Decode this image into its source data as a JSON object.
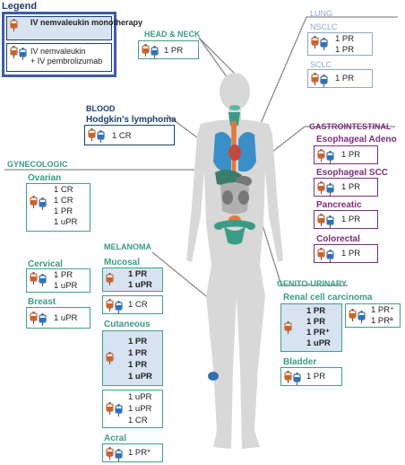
{
  "legend": {
    "title": "Legend",
    "mono": "IV nemvaleukin monotherapy",
    "combo_line1": "IV nemvaleukin",
    "combo_line2": "+ IV pembrolizumab"
  },
  "categories": {
    "head_neck": "HEAD & NECK",
    "lung": "LUNG",
    "blood": "BLOOD",
    "gastro": "GASTROINTESTINAL",
    "gyn": "GYNECOLOGIC",
    "melanoma": "MELANOMA",
    "gu": "GENITO-URINARY"
  },
  "tumors": {
    "nsclc": "NSCLC",
    "sclc": "SCLC",
    "hodgkin": "Hodgkin's lymphoma",
    "esoph_adeno": "Esophageal Adeno",
    "esoph_scc": "Esophageal SCC",
    "pancreatic": "Pancreatic",
    "colorectal": "Colorectal",
    "ovarian": "Ovarian",
    "cervical": "Cervical",
    "breast": "Breast",
    "mucosal": "Mucosal",
    "cutaneous": "Cutaneous",
    "acral": "Acral",
    "rcc": "Renal cell carcinoma",
    "bladder": "Bladder"
  },
  "responses": {
    "head_neck": [
      "1 PR"
    ],
    "nsclc": [
      "1 PR",
      "1 PR"
    ],
    "sclc": [
      "1 PR"
    ],
    "hodgkin": [
      "1 CR"
    ],
    "esoph_adeno": [
      "1 PR"
    ],
    "esoph_scc": [
      "1 PR"
    ],
    "pancreatic": [
      "1 PR"
    ],
    "colorectal": [
      "1 PR"
    ],
    "ovarian": [
      "1 CR",
      "1 CR",
      "1 PR",
      "1 uPR"
    ],
    "cervical": [
      "1 PR",
      "1 uPR"
    ],
    "breast": [
      "1 uPR"
    ],
    "mucosal_mono": [
      "1 PR",
      "1 uPR"
    ],
    "mucosal_combo": [
      "1 CR"
    ],
    "cutaneous_mono": [
      "1 PR",
      "1 PR",
      "1 PR",
      "1 uPR"
    ],
    "cutaneous_combo": [
      "1 uPR",
      "1 uPR",
      "1 CR"
    ],
    "acral": [
      "1 PR*"
    ],
    "rcc_mono": [
      "1 PR",
      "1 PR",
      "1 PR⁺",
      "1 uPR"
    ],
    "rcc_combo": [
      "1 PR⁺",
      "1 PRª"
    ],
    "bladder": [
      "1 PR"
    ]
  },
  "colors": {
    "orange_bag": "#c8622a",
    "blue_bag": "#2e6fb5",
    "teal": "#3a9b86",
    "purple": "#7b2d7b",
    "navy": "#1e3f6e",
    "shade": "#d8e3f1"
  }
}
